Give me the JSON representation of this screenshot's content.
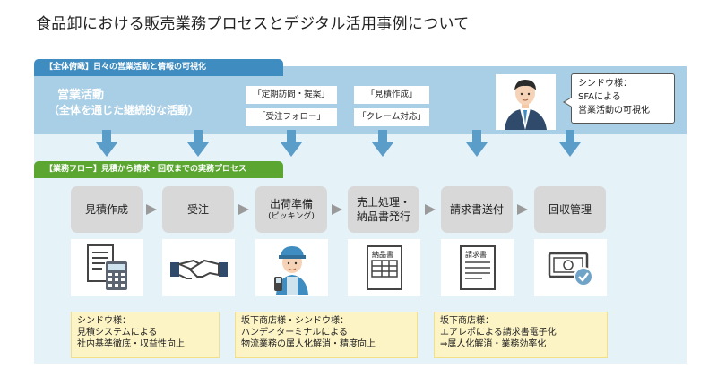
{
  "page_title": "食品卸における販売業務プロセスとデジタル活用事例について",
  "sales_section": {
    "header": "【全体俯瞰】日々の営業活動と情報の可視化",
    "title": "営業活動",
    "subtitle": "（全体を通じた継続的な活動）",
    "activities": [
      "「定期訪問・提案」",
      "「見積作成」",
      "「受注フォロー」",
      "「クレーム対応」"
    ],
    "callout_lines": [
      "シンドウ様：",
      "SFAによる",
      "営業活動の可視化"
    ]
  },
  "flow_section": {
    "header": "【業務フロー】見積から請求・回収までの実務プロセス",
    "steps": [
      {
        "label": "見積作成",
        "sub": ""
      },
      {
        "label": "受注",
        "sub": ""
      },
      {
        "label": "出荷準備",
        "sub": "(ピッキング)"
      },
      {
        "label": "売上処理・",
        "label2": "納品書発行"
      },
      {
        "label": "請求書送付",
        "sub": ""
      },
      {
        "label": "回収管理",
        "sub": ""
      }
    ],
    "icons": [
      "calculator-document-icon",
      "handshake-icon",
      "warehouse-worker-icon",
      "delivery-slip-icon",
      "invoice-icon",
      "payment-check-icon"
    ],
    "icon_texts": {
      "delivery_slip": "納品書",
      "invoice": "請求書"
    },
    "notes": [
      {
        "lines": [
          "シンドウ様：",
          "見積システムによる",
          "社内基準徹底・収益性向上"
        ]
      },
      {
        "lines": [
          "坂下商店様・シンドウ様：",
          "ハンディターミナルによる",
          "物流業務の属人化解消・精度向上"
        ]
      },
      {
        "lines": [
          "坂下商店様：",
          "エアレポによる請求書電子化",
          "⇒属人化解消・業務効率化"
        ]
      }
    ]
  },
  "colors": {
    "sales_band": "#a9cfe6",
    "sales_header": "#3e8cc0",
    "flow_band": "#e5f2f8",
    "flow_header": "#5aa630",
    "arrow": "#5b9dc9",
    "step_box": "#d8d8d8",
    "note_bg": "#fdf4c6"
  }
}
